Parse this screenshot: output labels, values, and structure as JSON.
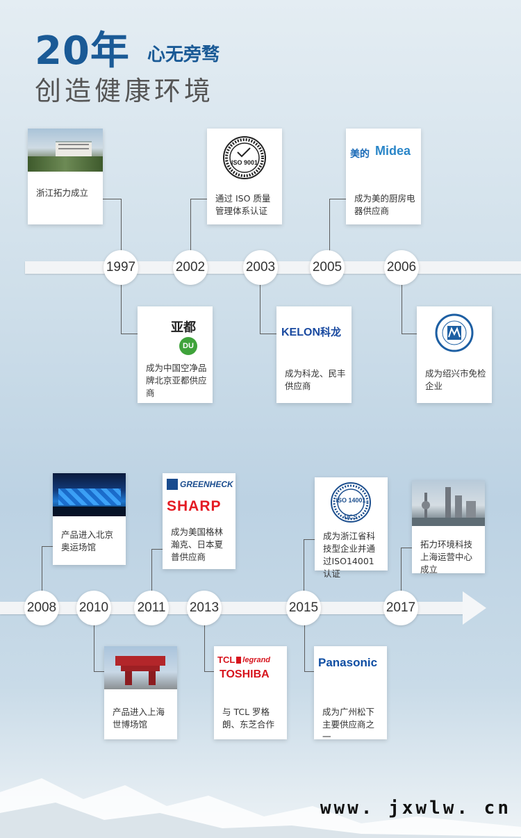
{
  "header": {
    "big": "20年",
    "small": "心无旁骛",
    "line2": "创造健康环境"
  },
  "timeline1": {
    "years": [
      "1997",
      "2002",
      "2003",
      "2005",
      "2006"
    ],
    "cards": {
      "c1997": "浙江拓力成立",
      "c2002": "通过 ISO 质量管理体系认证",
      "c2005": "成为美的厨房电器供应商",
      "c1997b": "成为中国空净品牌北京亚都供应商",
      "c2003": "成为科龙、民丰供应商",
      "c2006": "成为绍兴市免检企业"
    }
  },
  "timeline2": {
    "years": [
      "2008",
      "2010",
      "2011",
      "2013",
      "2015",
      "2017"
    ],
    "cards": {
      "c2008": "产品进入北京奥运场馆",
      "c2011": "成为美国格林瀚克、日本夏普供应商",
      "c2015": "成为浙江省科技型企业并通过ISO14001 认证",
      "c2017": "拓力环境科技上海运营中心成立",
      "c2010": "产品进入上海世博场馆",
      "c2013": "与 TCL 罗格朗、东芝合作",
      "c2015b": "成为广州松下主要供应商之一"
    }
  },
  "logos": {
    "iso9001": "ISO 9001",
    "midea_cn": "美的",
    "midea_en": "Midea",
    "yadu": "亚都",
    "du": "DU",
    "kelon": "KELON",
    "kelon_cn": "科龙",
    "greenheck": "GREENHECK",
    "sharp": "SHARP",
    "iso14001": "ISO 14001",
    "ucs": "UCS",
    "tcl": "TCL",
    "legrand": "legrand",
    "toshiba": "TOSHIBA",
    "panasonic": "Panasonic"
  },
  "footer": {
    "url": "www. jxwlw. cn"
  },
  "colors": {
    "accent": "#1a5a96"
  }
}
